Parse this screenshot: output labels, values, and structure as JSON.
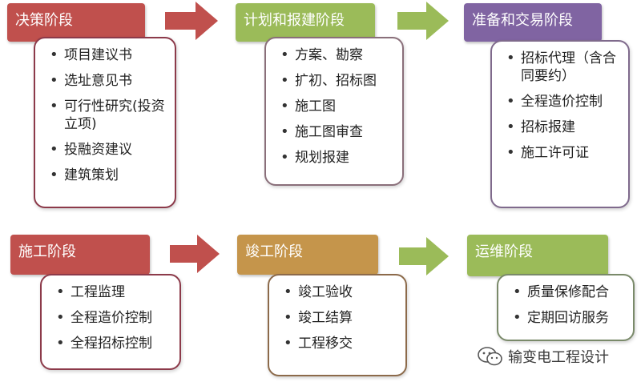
{
  "stages": [
    {
      "title": "决策阶段",
      "color": "#c0504d",
      "border": "#8c3a4a",
      "items": [
        "项目建议书",
        "选址意见书",
        "可行性研究(投资立项)",
        "投融资建议",
        "建筑策划"
      ]
    },
    {
      "title": "计划和报建阶段",
      "color": "#9bbb59",
      "border": "#8a6f7a",
      "items": [
        "方案、勘察",
        "扩初、招标图",
        "施工图",
        "施工图审查",
        "规划报建"
      ]
    },
    {
      "title": "准备和交易阶段",
      "color": "#8064a2",
      "border": "#7f6a8c",
      "items": [
        "招标代理（含合同要约）",
        "全程造价控制",
        "招标报建",
        "施工许可证"
      ]
    },
    {
      "title": "施工阶段",
      "color": "#c0504d",
      "border": "#8c3a4a",
      "items": [
        "工程监理",
        "全程造价控制",
        "全程招标控制"
      ]
    },
    {
      "title": "竣工阶段",
      "color": "#c5954b",
      "border": "#8c6a4a",
      "items": [
        "竣工验收",
        "竣工结算",
        "工程移交"
      ]
    },
    {
      "title": "运维阶段",
      "color": "#9bbb59",
      "border": "#7a8a6a",
      "items": [
        "质量保修配合",
        "定期回访服务"
      ]
    }
  ],
  "arrows": [
    {
      "color": "#c0504d"
    },
    {
      "color": "#9bbb59"
    },
    {
      "color": "#c0504d"
    },
    {
      "color": "#9bbb59"
    }
  ],
  "watermark": {
    "text": "输变电工程设计",
    "icon": "wechat-icon"
  }
}
